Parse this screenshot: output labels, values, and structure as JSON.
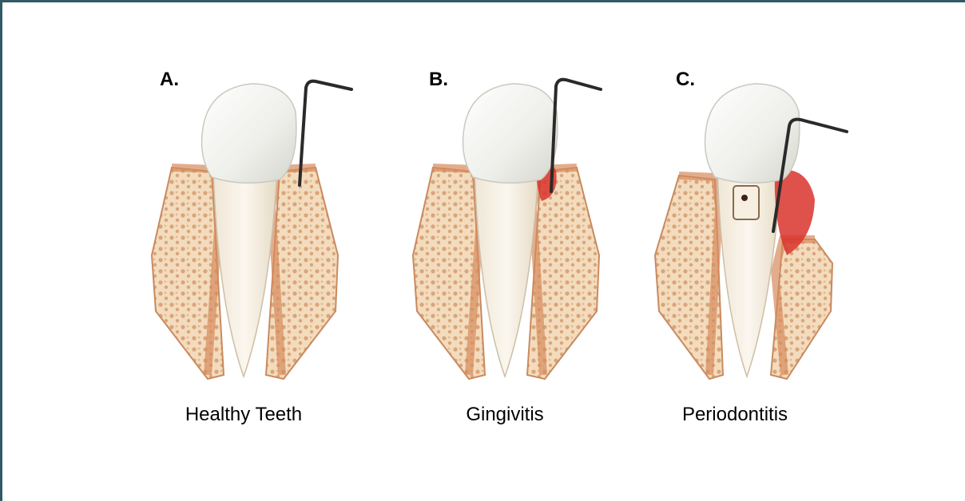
{
  "panels": [
    {
      "letter": "A.",
      "caption": "Healthy Teeth"
    },
    {
      "letter": "B.",
      "caption": "Gingivitis"
    },
    {
      "letter": "C.",
      "caption": "Periodontitis"
    }
  ],
  "colors": {
    "frame": "#2f5a66",
    "gum": "#e3a27c",
    "bone": "#f2d9b8",
    "tooth": "#f4f2ec",
    "inflamed": "#d9322b",
    "probe": "#2a2a2a"
  }
}
